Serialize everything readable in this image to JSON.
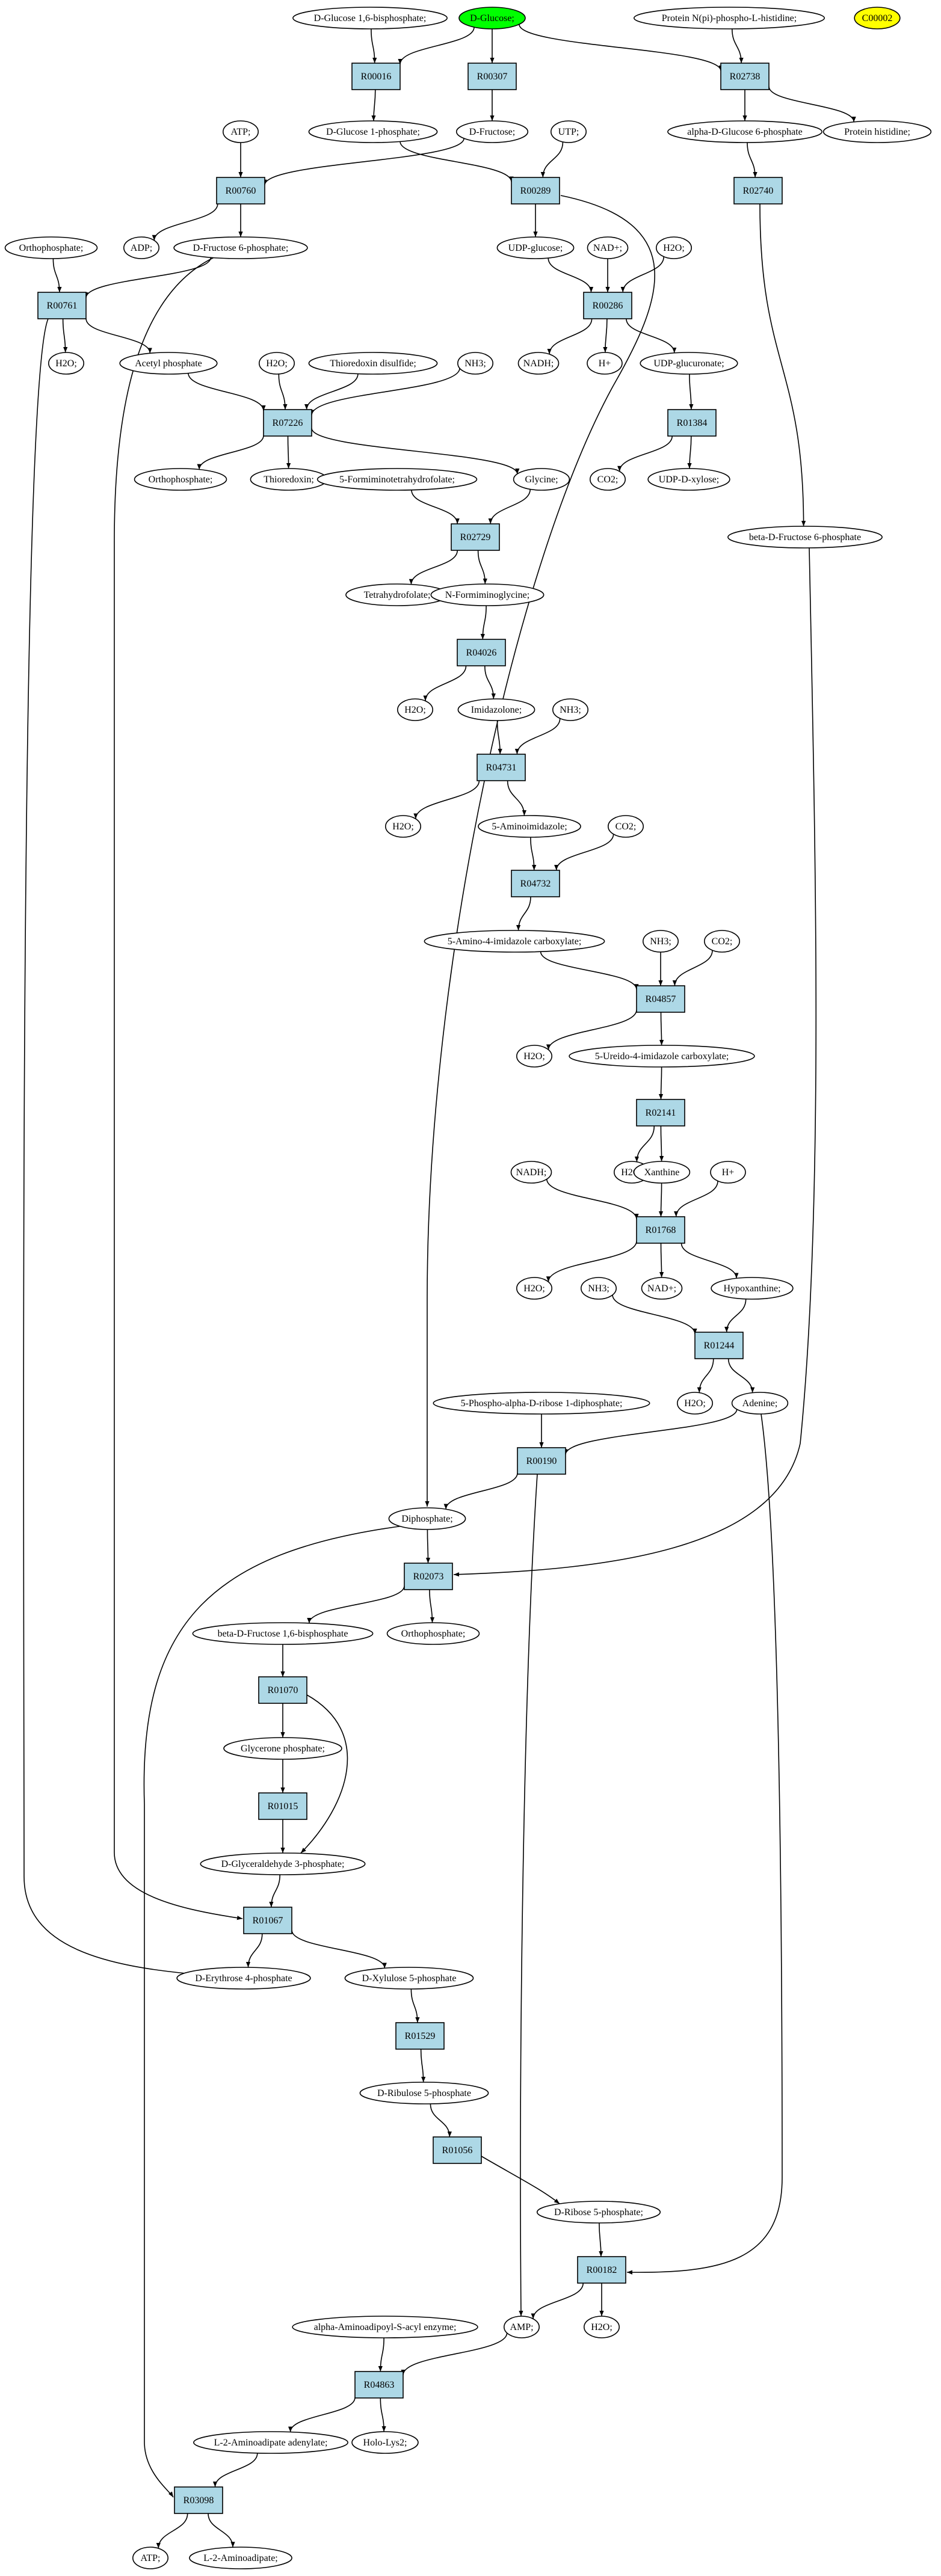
{
  "graph": {
    "colors": {
      "reaction_fill": "#add8e6",
      "source_fill": "#00ff00",
      "query_fill": "#ffff00",
      "metabolite_fill": "#ffffff",
      "stroke": "#000000"
    },
    "nodes": [
      {
        "id": "glc",
        "label": "D-Glucose;",
        "kind": "source"
      },
      {
        "id": "c00002",
        "label": "C00002",
        "kind": "query"
      },
      {
        "id": "glc16bp",
        "label": "D-Glucose 1,6-bisphosphate;",
        "kind": "met"
      },
      {
        "id": "protnpi",
        "label": "Protein N(pi)-phospho-L-histidine;",
        "kind": "met"
      },
      {
        "id": "R00016",
        "label": "R00016",
        "kind": "rxn"
      },
      {
        "id": "R00307",
        "label": "R00307",
        "kind": "rxn"
      },
      {
        "id": "R02738",
        "label": "R02738",
        "kind": "rxn"
      },
      {
        "id": "atp1",
        "label": "ATP;",
        "kind": "met"
      },
      {
        "id": "glc1p",
        "label": "D-Glucose 1-phosphate;",
        "kind": "met"
      },
      {
        "id": "fru",
        "label": "D-Fructose;",
        "kind": "met"
      },
      {
        "id": "utp",
        "label": "UTP;",
        "kind": "met"
      },
      {
        "id": "agl6p",
        "label": "alpha-D-Glucose 6-phosphate",
        "kind": "met"
      },
      {
        "id": "prothis",
        "label": "Protein histidine;",
        "kind": "met"
      },
      {
        "id": "R00760",
        "label": "R00760",
        "kind": "rxn"
      },
      {
        "id": "R00289",
        "label": "R00289",
        "kind": "rxn"
      },
      {
        "id": "R02740",
        "label": "R02740",
        "kind": "rxn"
      },
      {
        "id": "ortho1",
        "label": "Orthophosphate;",
        "kind": "met"
      },
      {
        "id": "adp",
        "label": "ADP;",
        "kind": "met"
      },
      {
        "id": "f6p",
        "label": "D-Fructose 6-phosphate;",
        "kind": "met"
      },
      {
        "id": "udpg",
        "label": "UDP-glucose;",
        "kind": "met"
      },
      {
        "id": "nad1",
        "label": "NAD+;",
        "kind": "met"
      },
      {
        "id": "h2oa",
        "label": "H2O;",
        "kind": "met"
      },
      {
        "id": "R00761",
        "label": "R00761",
        "kind": "rxn"
      },
      {
        "id": "R00286",
        "label": "R00286",
        "kind": "rxn"
      },
      {
        "id": "h2ob",
        "label": "H2O;",
        "kind": "met"
      },
      {
        "id": "acp",
        "label": "Acetyl phosphate",
        "kind": "met"
      },
      {
        "id": "h2oc",
        "label": "H2O;",
        "kind": "met"
      },
      {
        "id": "trxs",
        "label": "Thioredoxin disulfide;",
        "kind": "met"
      },
      {
        "id": "nh3a",
        "label": "NH3;",
        "kind": "met"
      },
      {
        "id": "nadh1",
        "label": "NADH;",
        "kind": "met"
      },
      {
        "id": "hp1",
        "label": "H+",
        "kind": "met"
      },
      {
        "id": "udpglcua",
        "label": "UDP-glucuronate;",
        "kind": "met"
      },
      {
        "id": "R07226",
        "label": "R07226",
        "kind": "rxn"
      },
      {
        "id": "R01384",
        "label": "R01384",
        "kind": "rxn"
      },
      {
        "id": "ortho2",
        "label": "Orthophosphate;",
        "kind": "met"
      },
      {
        "id": "trx",
        "label": "Thioredoxin;",
        "kind": "met"
      },
      {
        "id": "fthf",
        "label": "5-Formiminotetrahydrofolate;",
        "kind": "met"
      },
      {
        "id": "gly",
        "label": "Glycine;",
        "kind": "met"
      },
      {
        "id": "co2a",
        "label": "CO2;",
        "kind": "met"
      },
      {
        "id": "udpxyl",
        "label": "UDP-D-xylose;",
        "kind": "met"
      },
      {
        "id": "bf6p",
        "label": "beta-D-Fructose 6-phosphate",
        "kind": "met"
      },
      {
        "id": "R02729",
        "label": "R02729",
        "kind": "rxn"
      },
      {
        "id": "thf",
        "label": "Tetrahydrofolate;",
        "kind": "met"
      },
      {
        "id": "nfgly",
        "label": "N-Formiminoglycine;",
        "kind": "met"
      },
      {
        "id": "R04026",
        "label": "R04026",
        "kind": "rxn"
      },
      {
        "id": "h2od",
        "label": "H2O;",
        "kind": "met"
      },
      {
        "id": "imid",
        "label": "Imidazolone;",
        "kind": "met"
      },
      {
        "id": "nh3b",
        "label": "NH3;",
        "kind": "met"
      },
      {
        "id": "R04731",
        "label": "R04731",
        "kind": "rxn"
      },
      {
        "id": "h2oe",
        "label": "H2O;",
        "kind": "met"
      },
      {
        "id": "aimid",
        "label": "5-Aminoimidazole;",
        "kind": "met"
      },
      {
        "id": "co2b",
        "label": "CO2;",
        "kind": "met"
      },
      {
        "id": "R04732",
        "label": "R04732",
        "kind": "rxn"
      },
      {
        "id": "aicarb",
        "label": "5-Amino-4-imidazole carboxylate;",
        "kind": "met"
      },
      {
        "id": "nh3c",
        "label": "NH3;",
        "kind": "met"
      },
      {
        "id": "co2c",
        "label": "CO2;",
        "kind": "met"
      },
      {
        "id": "R04857",
        "label": "R04857",
        "kind": "rxn"
      },
      {
        "id": "h2of",
        "label": "H2O;",
        "kind": "met"
      },
      {
        "id": "uicarb",
        "label": "5-Ureido-4-imidazole carboxylate;",
        "kind": "met"
      },
      {
        "id": "R02141",
        "label": "R02141",
        "kind": "rxn"
      },
      {
        "id": "nadh2",
        "label": "NADH;",
        "kind": "met"
      },
      {
        "id": "h2og",
        "label": "H2O;",
        "kind": "met"
      },
      {
        "id": "xan",
        "label": "Xanthine",
        "kind": "met"
      },
      {
        "id": "hp2",
        "label": "H+",
        "kind": "met"
      },
      {
        "id": "R01768",
        "label": "R01768",
        "kind": "rxn"
      },
      {
        "id": "h2oh",
        "label": "H2O;",
        "kind": "met"
      },
      {
        "id": "nh3d",
        "label": "NH3;",
        "kind": "met"
      },
      {
        "id": "nad2",
        "label": "NAD+;",
        "kind": "met"
      },
      {
        "id": "hyp",
        "label": "Hypoxanthine;",
        "kind": "met"
      },
      {
        "id": "R01244",
        "label": "R01244",
        "kind": "rxn"
      },
      {
        "id": "prpp",
        "label": "5-Phospho-alpha-D-ribose 1-diphosphate;",
        "kind": "met"
      },
      {
        "id": "h2oi",
        "label": "H2O;",
        "kind": "met"
      },
      {
        "id": "ade",
        "label": "Adenine;",
        "kind": "met"
      },
      {
        "id": "R00190",
        "label": "R00190",
        "kind": "rxn"
      },
      {
        "id": "ppi",
        "label": "Diphosphate;",
        "kind": "met"
      },
      {
        "id": "R02073",
        "label": "R02073",
        "kind": "rxn"
      },
      {
        "id": "bf16bp",
        "label": "beta-D-Fructose 1,6-bisphosphate",
        "kind": "met"
      },
      {
        "id": "ortho3",
        "label": "Orthophosphate;",
        "kind": "met"
      },
      {
        "id": "R01070",
        "label": "R01070",
        "kind": "rxn"
      },
      {
        "id": "dhap",
        "label": "Glycerone phosphate;",
        "kind": "met"
      },
      {
        "id": "R01015",
        "label": "R01015",
        "kind": "rxn"
      },
      {
        "id": "g3p",
        "label": "D-Glyceraldehyde 3-phosphate;",
        "kind": "met"
      },
      {
        "id": "R01067",
        "label": "R01067",
        "kind": "rxn"
      },
      {
        "id": "e4p",
        "label": "D-Erythrose 4-phosphate",
        "kind": "met"
      },
      {
        "id": "x5p",
        "label": "D-Xylulose 5-phosphate",
        "kind": "met"
      },
      {
        "id": "R01529",
        "label": "R01529",
        "kind": "rxn"
      },
      {
        "id": "ru5p",
        "label": "D-Ribulose 5-phosphate",
        "kind": "met"
      },
      {
        "id": "R01056",
        "label": "R01056",
        "kind": "rxn"
      },
      {
        "id": "r5p",
        "label": "D-Ribose 5-phosphate;",
        "kind": "met"
      },
      {
        "id": "R00182",
        "label": "R00182",
        "kind": "rxn"
      },
      {
        "id": "aaae",
        "label": "alpha-Aminoadipoyl-S-acyl enzyme;",
        "kind": "met"
      },
      {
        "id": "amp",
        "label": "AMP;",
        "kind": "met"
      },
      {
        "id": "h2oj",
        "label": "H2O;",
        "kind": "met"
      },
      {
        "id": "R04863",
        "label": "R04863",
        "kind": "rxn"
      },
      {
        "id": "laad",
        "label": "L-2-Aminoadipate adenylate;",
        "kind": "met"
      },
      {
        "id": "holo",
        "label": "Holo-Lys2;",
        "kind": "met"
      },
      {
        "id": "R03098",
        "label": "R03098",
        "kind": "rxn"
      },
      {
        "id": "atp2",
        "label": "ATP;",
        "kind": "met"
      },
      {
        "id": "laa",
        "label": "L-2-Aminoadipate;",
        "kind": "met"
      }
    ],
    "edges": [
      [
        "glc16bp",
        "R00016"
      ],
      [
        "glc",
        "R00016"
      ],
      [
        "glc",
        "R00307"
      ],
      [
        "glc",
        "R02738"
      ],
      [
        "protnpi",
        "R02738"
      ],
      [
        "R00016",
        "glc1p"
      ],
      [
        "R00307",
        "fru"
      ],
      [
        "R02738",
        "agl6p"
      ],
      [
        "R02738",
        "prothis"
      ],
      [
        "atp1",
        "R00760"
      ],
      [
        "fru",
        "R00760"
      ],
      [
        "glc1p",
        "R00289"
      ],
      [
        "utp",
        "R00289"
      ],
      [
        "agl6p",
        "R02740"
      ],
      [
        "R00760",
        "adp"
      ],
      [
        "R00760",
        "f6p"
      ],
      [
        "R00289",
        "udpg"
      ],
      [
        "R00289",
        "ppi"
      ],
      [
        "ortho1",
        "R00761"
      ],
      [
        "f6p",
        "R00761"
      ],
      [
        "f6p",
        "R01067"
      ],
      [
        "udpg",
        "R00286"
      ],
      [
        "nad1",
        "R00286"
      ],
      [
        "h2oa",
        "R00286"
      ],
      [
        "R00761",
        "h2ob"
      ],
      [
        "R00761",
        "acp"
      ],
      [
        "R00761",
        "e4p"
      ],
      [
        "R00286",
        "nadh1"
      ],
      [
        "R00286",
        "hp1"
      ],
      [
        "R00286",
        "udpglcua"
      ],
      [
        "acp",
        "R07226"
      ],
      [
        "h2oc",
        "R07226"
      ],
      [
        "trxs",
        "R07226"
      ],
      [
        "nh3a",
        "R07226"
      ],
      [
        "udpglcua",
        "R01384"
      ],
      [
        "R07226",
        "ortho2"
      ],
      [
        "R07226",
        "trx"
      ],
      [
        "R07226",
        "gly"
      ],
      [
        "R01384",
        "co2a"
      ],
      [
        "R01384",
        "udpxyl"
      ],
      [
        "R02740",
        "bf6p"
      ],
      [
        "fthf",
        "R02729"
      ],
      [
        "gly",
        "R02729"
      ],
      [
        "R02729",
        "thf"
      ],
      [
        "R02729",
        "nfgly"
      ],
      [
        "nfgly",
        "R04026"
      ],
      [
        "R04026",
        "h2od"
      ],
      [
        "R04026",
        "imid"
      ],
      [
        "imid",
        "R04731"
      ],
      [
        "nh3b",
        "R04731"
      ],
      [
        "R04731",
        "h2oe"
      ],
      [
        "R04731",
        "aimid"
      ],
      [
        "aimid",
        "R04732"
      ],
      [
        "co2b",
        "R04732"
      ],
      [
        "R04732",
        "aicarb"
      ],
      [
        "aicarb",
        "R04857"
      ],
      [
        "nh3c",
        "R04857"
      ],
      [
        "co2c",
        "R04857"
      ],
      [
        "R04857",
        "h2of"
      ],
      [
        "R04857",
        "uicarb"
      ],
      [
        "uicarb",
        "R02141"
      ],
      [
        "R02141",
        "h2og"
      ],
      [
        "R02141",
        "xan"
      ],
      [
        "nadh2",
        "R01768"
      ],
      [
        "xan",
        "R01768"
      ],
      [
        "hp2",
        "R01768"
      ],
      [
        "R01768",
        "h2oh"
      ],
      [
        "R01768",
        "nad2"
      ],
      [
        "R01768",
        "hyp"
      ],
      [
        "nh3d",
        "R01244"
      ],
      [
        "hyp",
        "R01244"
      ],
      [
        "R01244",
        "h2oi"
      ],
      [
        "R01244",
        "ade"
      ],
      [
        "prpp",
        "R00190"
      ],
      [
        "ade",
        "R00190"
      ],
      [
        "ade",
        "R00182"
      ],
      [
        "R00190",
        "ppi"
      ],
      [
        "R00190",
        "amp"
      ],
      [
        "ppi",
        "R02073"
      ],
      [
        "ppi",
        "R03098"
      ],
      [
        "bf6p",
        "R02073"
      ],
      [
        "R02073",
        "bf16bp"
      ],
      [
        "R02073",
        "ortho3"
      ],
      [
        "bf16bp",
        "R01070"
      ],
      [
        "R01070",
        "dhap"
      ],
      [
        "R01070",
        "g3p"
      ],
      [
        "dhap",
        "R01015"
      ],
      [
        "R01015",
        "g3p"
      ],
      [
        "g3p",
        "R01067"
      ],
      [
        "R01067",
        "e4p"
      ],
      [
        "R01067",
        "x5p"
      ],
      [
        "x5p",
        "R01529"
      ],
      [
        "R01529",
        "ru5p"
      ],
      [
        "ru5p",
        "R01056"
      ],
      [
        "R01056",
        "r5p"
      ],
      [
        "r5p",
        "R00182"
      ],
      [
        "R00182",
        "amp"
      ],
      [
        "R00182",
        "h2oj"
      ],
      [
        "aaae",
        "R04863"
      ],
      [
        "amp",
        "R04863"
      ],
      [
        "R04863",
        "laad"
      ],
      [
        "R04863",
        "holo"
      ],
      [
        "laad",
        "R03098"
      ],
      [
        "R03098",
        "atp2"
      ],
      [
        "R03098",
        "laa"
      ]
    ]
  }
}
